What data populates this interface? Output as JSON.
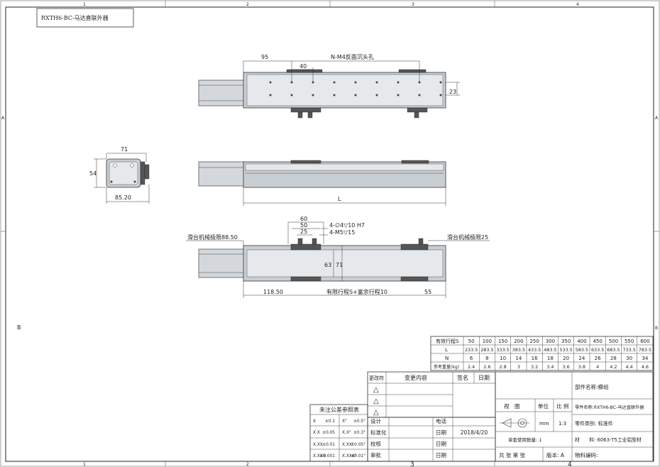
{
  "title_box": "RXTH6-BC-马达直联外器",
  "zone_top": [
    "1",
    "2",
    "3",
    "4"
  ],
  "zone_bottom": [
    "1",
    "2",
    "3",
    "4"
  ],
  "zone_left": [
    "A",
    "B"
  ],
  "zone_right": [
    "A",
    "B"
  ],
  "dims": {
    "d95": "95",
    "d40": "40",
    "nm4": "N-M4反面沉头孔",
    "d23": "23",
    "d71": "71",
    "d54": "54",
    "d85": "85.20",
    "L": "L",
    "d60": "60",
    "d50": "50",
    "d25": "25",
    "hole1": "4-∅4▽10 H7",
    "hole2": "4-M5▽15",
    "limit_left": "滑台机械极限88.50",
    "limit_right": "滑台机械极限25",
    "d63": "63",
    "d71b": "71",
    "d118": "118.50",
    "stroke": "有限行程S+富余行程10",
    "d55": "55"
  },
  "spec_table": {
    "row_labels": [
      "有效行程S",
      "L",
      "N",
      "参考重量(kg)"
    ],
    "S": [
      "50",
      "100",
      "150",
      "200",
      "250",
      "300",
      "350",
      "400",
      "450",
      "500",
      "550",
      "600"
    ],
    "L": [
      "233.5",
      "283.5",
      "333.5",
      "383.5",
      "433.5",
      "483.5",
      "533.5",
      "583.5",
      "633.5",
      "683.5",
      "733.5",
      "783.5"
    ],
    "N": [
      "6",
      "8",
      "10",
      "14",
      "16",
      "18",
      "20",
      "24",
      "26",
      "28",
      "30",
      "34"
    ],
    "W": [
      "2.4",
      "2.6",
      "2.8",
      "3",
      "3.2",
      "3.4",
      "3.6",
      "3.8",
      "4",
      "4.2",
      "4.4",
      "4.6"
    ]
  },
  "rev_table": {
    "header": [
      "更改符",
      "变更内容",
      "签名",
      "日期"
    ],
    "triangles": [
      "△",
      "△",
      "△"
    ]
  },
  "tolerance": {
    "title": "未注公差参照表",
    "rows": [
      [
        "X",
        "±0.1",
        "X°",
        "±0.5°"
      ],
      [
        "X.X",
        "±0.05",
        "X.X°",
        "±0.3°"
      ],
      [
        "X.XX",
        "±0.01",
        "X.XX°",
        "±0.05°"
      ],
      [
        "X.XXX",
        "±0.001",
        "X.XXX°",
        "±0.01°"
      ]
    ]
  },
  "sign": {
    "rows": [
      [
        "设计",
        "",
        "电话",
        ""
      ],
      [
        "标准化",
        "",
        "日期",
        "2018/4/20"
      ],
      [
        "校核",
        "",
        "日期",
        ""
      ],
      [
        "审批",
        "",
        "日期",
        ""
      ]
    ]
  },
  "title_block": {
    "part_name": "部件名称:模组",
    "view": "视　图",
    "unit": "单位",
    "scale": "比 例",
    "zero_name": "零件名称:RXTH6-BC-马达直联外器",
    "unit_val": "mm",
    "scale_val": "1:3",
    "category": "零件类别:  标准件",
    "qty": "单套使用数量: 1",
    "material": "材　　料:  6063-T5工业铝型材",
    "sheets": "共  张  第  张",
    "version": "版本: A",
    "material_code": "物料编码:"
  }
}
